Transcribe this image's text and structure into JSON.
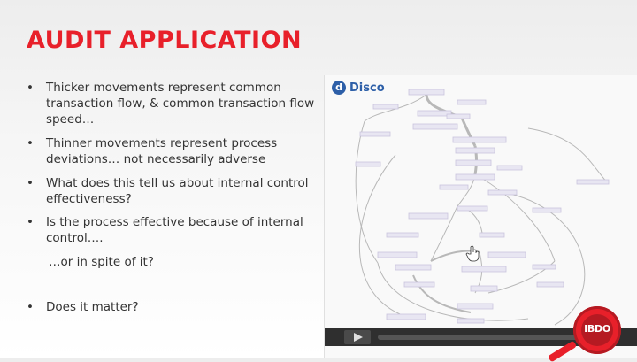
{
  "slide": {
    "title": "AUDIT APPLICATION",
    "bullet_symbol": "•",
    "bullets": [
      {
        "text": "Thicker movements represent common transaction flow, & common transaction flow speed…"
      },
      {
        "text": "Thinner movements represent process deviations… not necessarily adverse"
      },
      {
        "text": "What does this tell us about internal control effectiveness?"
      },
      {
        "text": "Is the process effective because of internal control…."
      },
      {
        "text": "Does it matter?"
      }
    ],
    "sub_text": "…or in spite of it?"
  },
  "disco": {
    "logo_letter": "d",
    "logo_text": "Disco",
    "video_progress": 0.0
  },
  "badge": {
    "label": "IBDO"
  },
  "colors": {
    "title": "#e8202a",
    "disco_blue": "#2d5fa8",
    "bdo_red": "#e8202a"
  }
}
